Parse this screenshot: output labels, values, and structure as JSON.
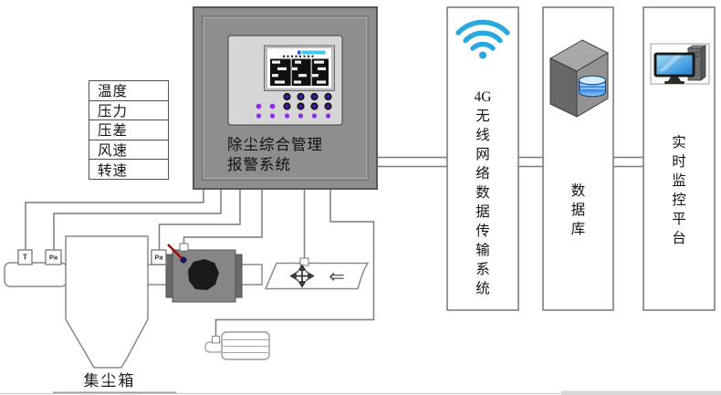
{
  "legend": {
    "items": [
      "温度",
      "压力",
      "压差",
      "风速",
      "转速"
    ]
  },
  "panel": {
    "title": "除尘综合管理报警系统",
    "title_lines": [
      "除尘综合管理",
      "报警系统"
    ]
  },
  "sensors": {
    "temperature_label": "T",
    "pressure_label": "Pa",
    "diff_pressure_label": "Pa"
  },
  "duct": {
    "flow_arrow": "⇐"
  },
  "dust_box": {
    "label": "集尘箱"
  },
  "columns": {
    "transmission": {
      "label": "4G无线网络数据传输系统",
      "lines": [
        "4G",
        "无",
        "线",
        "网",
        "络",
        "数",
        "据",
        "传",
        "输",
        "系",
        "统"
      ]
    },
    "database": {
      "label": "数据库",
      "lines": [
        "数",
        "据",
        "库"
      ]
    },
    "platform": {
      "label": "实时监控平台",
      "lines": [
        "实",
        "时",
        "监",
        "控",
        "平",
        "台"
      ]
    }
  },
  "colors": {
    "wifi_blue": "#29a8e0",
    "led_violet": "#8d2bea",
    "led_indigo": "#4518b4",
    "screen_cyan": "#45c6ee",
    "needle_red": "#b30000",
    "panel_gray": "#8e8e8e",
    "wire_gray": "#7a7a7a"
  }
}
